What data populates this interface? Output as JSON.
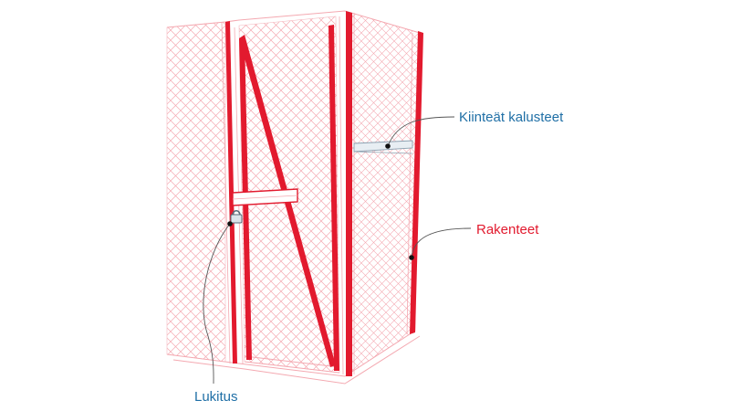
{
  "labels": {
    "fixtures": "Kiinteät kalusteet",
    "structures": "Rakenteet",
    "locking": "Lukitus"
  },
  "colors": {
    "structure_red": "#e21a2e",
    "mesh_pink": "#f4a9b1",
    "fixture_blue": "#1f6fa6",
    "callout_line": "#555555",
    "dot": "#111111",
    "shelf_gray": "#c9d3dc"
  },
  "icons": {
    "padlock": "padlock-icon"
  }
}
